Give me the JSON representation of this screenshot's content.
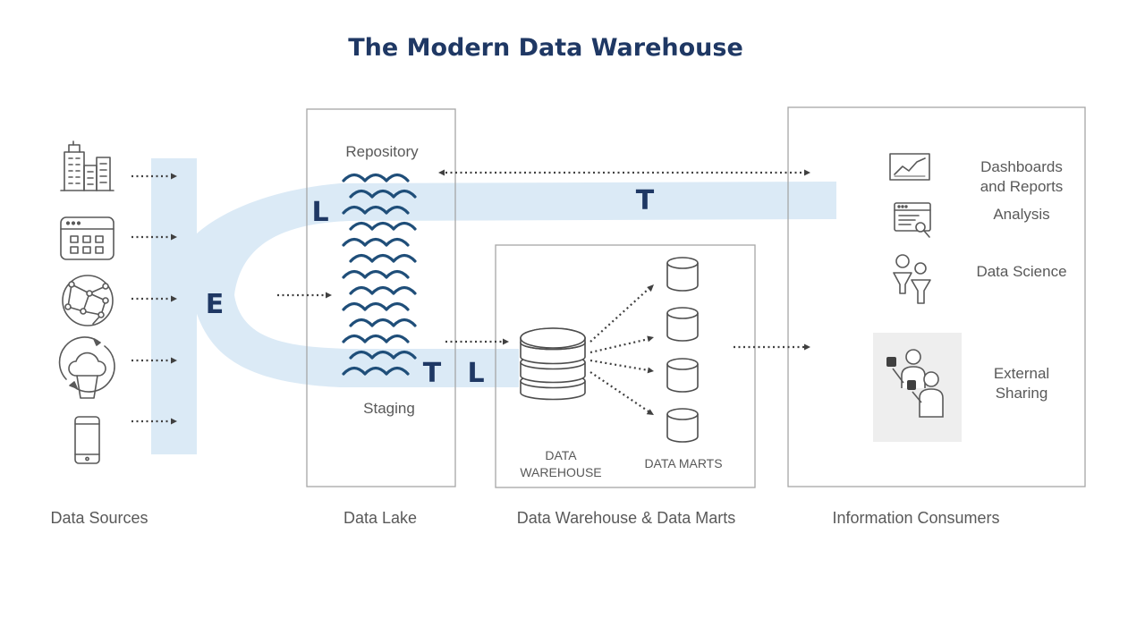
{
  "title": "The Modern Data Warehouse",
  "process_letters": {
    "extract": "E",
    "load_lake": "L",
    "transform_top": "T",
    "transform_bottom": "T",
    "load_warehouse": "L"
  },
  "data_lake": {
    "repository": "Repository",
    "staging": "Staging"
  },
  "warehouse": {
    "warehouse_line1": "DATA",
    "warehouse_line2": "WAREHOUSE",
    "marts": "DATA MARTS"
  },
  "consumers": {
    "dashboards_line1": "Dashboards",
    "dashboards_line2": "and Reports",
    "analysis": "Analysis",
    "data_science": "Data Science",
    "external_line1": "External",
    "external_line2": "Sharing"
  },
  "bottom_labels": {
    "data_sources": "Data Sources",
    "data_lake": "Data Lake",
    "warehouse_marts": "Data Warehouse & Data Marts",
    "information_consumers": "Information Consumers"
  },
  "colors": {
    "title": "#1f3864",
    "flow_band": "#dbeaf6",
    "water": "#1f4e79",
    "box_border": "#a6a6a6",
    "text": "#595959"
  },
  "icons": {
    "sources": [
      "buildings-icon",
      "app-window-icon",
      "network-globe-icon",
      "cloud-sync-icon",
      "smartphone-icon"
    ],
    "consumers": [
      "line-chart-icon",
      "report-search-icon",
      "people-funnel-icon",
      "people-sharing-icon"
    ]
  }
}
